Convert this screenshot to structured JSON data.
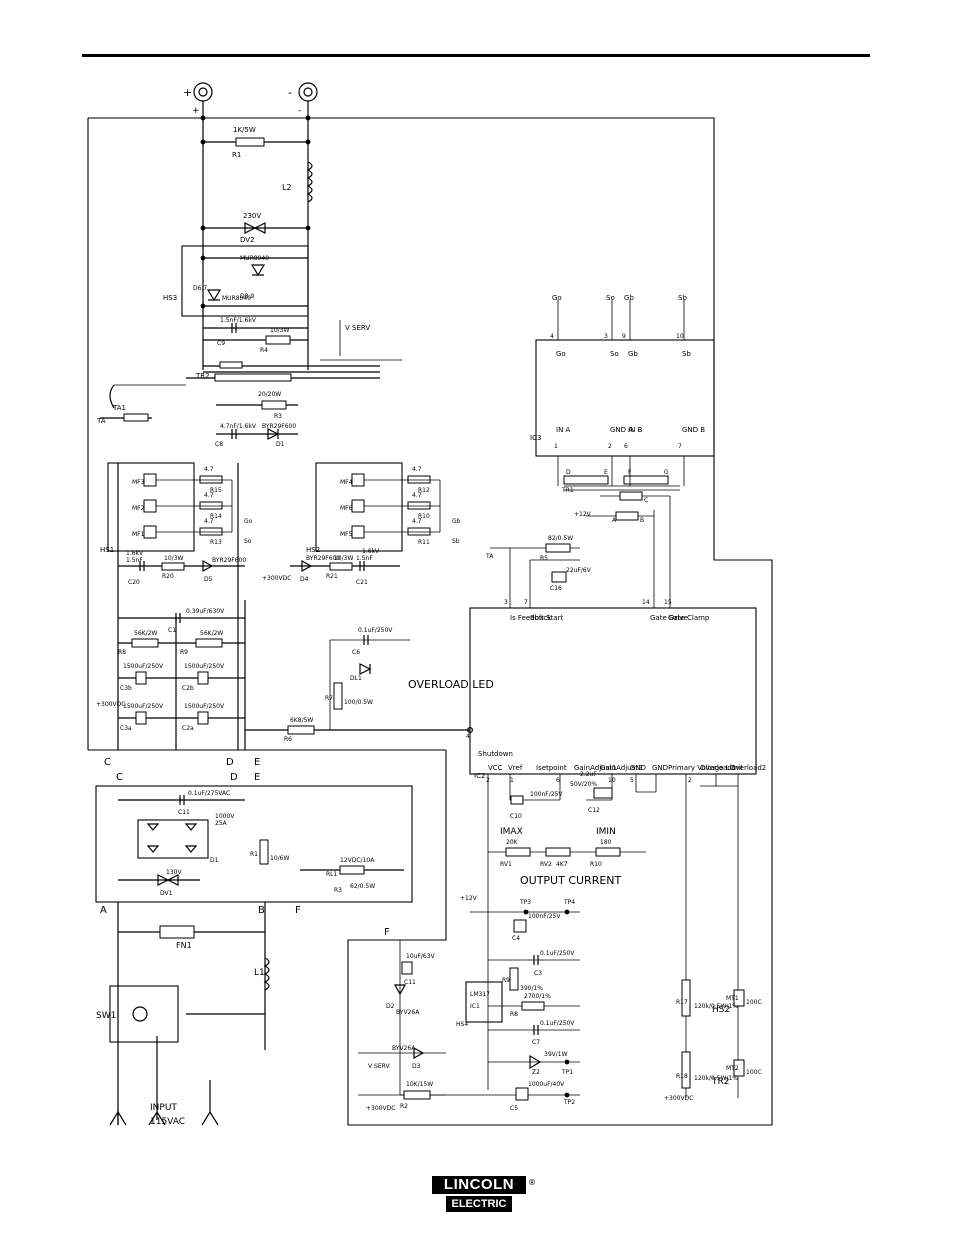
{
  "terminals": {
    "positive": "+",
    "negative": "-"
  },
  "input": {
    "line1": "INPUT",
    "line2": "115VAC",
    "switch": "SW1",
    "fuse": "FN1",
    "inductor": "L1"
  },
  "bus_nodes": {
    "a": "A",
    "b": "B",
    "c": "C",
    "d": "D",
    "e": "E",
    "f": "F"
  },
  "components": {
    "r1": "R1",
    "r1_val": "1K/5W",
    "l2": "L2",
    "dv2": "DV2",
    "dv2_val": "230V",
    "hs3": "HS3",
    "d6": "D6,7",
    "d6_val": "MUR8040",
    "d8": "D8,9",
    "d8_val": "MUR8040",
    "c9": "C9",
    "c9_val": "1.5nF/1.6kV",
    "r4": "R4",
    "r4_val": "10/3W",
    "vserv": "V SERV",
    "tr2": "TR2",
    "ta": "TA",
    "ta1": "TA1",
    "r3": "R3",
    "r3_val": "20/20W",
    "c8": "C8",
    "c8_val": "4.7nF/1.6kV",
    "d1": "D1",
    "d1_val": "BYR29F600",
    "hs1": "HS1",
    "hs2": "HS2",
    "mf1": "MF1",
    "mf2": "MF2",
    "mf3": "MF3",
    "mf4": "MF4",
    "mf5": "MF5",
    "mf6": "MF6",
    "r4_7": "4.7",
    "r10": "R10",
    "r11": "R11",
    "r12": "R12",
    "r13": "R13",
    "r14": "R14",
    "r15": "R15",
    "go": "Go",
    "so": "So",
    "gb": "Gb",
    "sb": "Sb",
    "c20": "C20",
    "c20_val": "1.5nF",
    "c20_v": "1.6kV",
    "r20": "R20",
    "r20_val": "10/3W",
    "d5": "D5",
    "d5_val": "BYR29F600",
    "c21": "C21",
    "c21_val": "1.5nF",
    "c21_v": "1.6kV",
    "r21": "R21",
    "r21_val": "10/3W",
    "d4": "D4",
    "d4_val": "BYR29F600",
    "v300": "+300VDC",
    "c1": "C1",
    "c1_val": "0.39uF/630V",
    "r8": "R8",
    "r8_val": "56K/2W",
    "r9": "R9",
    "r9_val": "56K/2W",
    "c3a": "C3a",
    "c3b": "C3b",
    "c2a": "C2a",
    "c2b": "C2b",
    "cap1500": "1500uF/250V",
    "c6": "C6",
    "c6_val": "0.1uF/250V",
    "dl1": "DL1",
    "overload": "OVERLOAD LED",
    "r7": "R7",
    "r7_val": "100/0.5W",
    "r6": "R6",
    "r6_val": "6K8/5W",
    "rv1": "RV1",
    "rv1_val": "20K",
    "rv2": "RV2",
    "rv2_val": "4K7",
    "r10b": "R10",
    "r10b_val": "180",
    "imax": "IMAX",
    "imin": "IMIN",
    "output_current": "OUTPUT CURRENT",
    "c10": "C10",
    "c10_val": "100nF/25V",
    "c12": "C12",
    "c12_val": "2.2uF",
    "c12_v": "50V/20%",
    "c4": "C4",
    "c4_val": "100nF/25V",
    "c3": "C3",
    "c3_val": "0.1uF/250V",
    "c7": "C7",
    "c7_val": "0.1uF/250V",
    "r9b": "R9",
    "r9b_val": "390/1%",
    "r8b": "R8",
    "r8b_val": "2700/1%",
    "hs4": "HS4",
    "ic1": "IC1",
    "lm317": "LM317",
    "z2": "Z2",
    "z2_val": "39V/1W",
    "c5": "C5",
    "c5_val": "1000uF/40V",
    "c11": "C11",
    "c11_val": "10uF/63V",
    "d2": "D2",
    "d2_val": "BYV26A",
    "d3": "D3",
    "d3_val": "BYV26A",
    "r2": "R2",
    "r2_val": "10K/15W",
    "tp1": "TP1",
    "tp2": "TP2",
    "tp3": "TP3",
    "tp4": "TP4",
    "plus12": "+12V",
    "r5": "R5",
    "r5_val": "82/0.5W",
    "c16": "C16",
    "c16_val": "22uF/6V",
    "r17": "R17",
    "r17_val": "120k/0.5W/1%",
    "r18": "R18",
    "r18_val": "120k/0.5W/1%",
    "hs2b": "HS2",
    "tr2b": "TR2",
    "mt1": "MT1",
    "mt2": "MT2",
    "t100c": "100C",
    "dv1": "DV1",
    "dv1_val": "130V",
    "ci": "C11",
    "ci_val": "0.1uF/275VAC",
    "bridge": "D1",
    "bridge_val": "25A",
    "bridge_v": "1000V",
    "r1b": "R1",
    "r1b_val": "10/6W",
    "rl1": "RL1",
    "rl1_val": "12VDC/10A",
    "r3b": "R3",
    "r3b_val": "62/0.5W"
  },
  "ic2": {
    "name": "IC2",
    "pins": [
      {
        "num": "4",
        "label": "Shutdown"
      },
      {
        "num": "2",
        "label": "VCC"
      },
      {
        "num": "1",
        "label": "Vref"
      },
      {
        "num": "6",
        "label": "Isetpoint"
      },
      {
        "num": "10",
        "label": "GainAdjust1"
      },
      {
        "num": "",
        "label": "GainAdjust2"
      },
      {
        "num": "5",
        "label": "GND"
      },
      {
        "num": "",
        "label": "GND"
      },
      {
        "num": "2",
        "label": "Primary Voltage Limit"
      },
      {
        "num": "",
        "label": "Overload1"
      },
      {
        "num": "",
        "label": "Overload2"
      }
    ],
    "top_pins": [
      {
        "num": "3",
        "label": "Is Feedback"
      },
      {
        "num": "7",
        "label": "Soft Start"
      },
      {
        "num": "14",
        "label": "Gate Drive"
      },
      {
        "num": "15",
        "label": "Gate Clamp"
      }
    ]
  },
  "ic3": {
    "name": "IC3",
    "left_pins": [
      {
        "num": "1",
        "label": "IN A"
      },
      {
        "num": "2",
        "label": "GND A"
      },
      {
        "num": "6",
        "label": "IN B"
      },
      {
        "num": "7",
        "label": "GND B"
      }
    ],
    "right_pins": [
      {
        "num": "4",
        "label": "Go"
      },
      {
        "num": "3",
        "label": "So"
      },
      {
        "num": "9",
        "label": "Gb"
      },
      {
        "num": "10",
        "label": "Sb"
      }
    ]
  },
  "tr1": {
    "name": "TR1",
    "a": "A",
    "b": "B",
    "c": "C",
    "d": "D",
    "e": "E",
    "f": "F",
    "g": "G"
  },
  "logo": {
    "line1": "LINCOLN",
    "line2": "ELECTRIC",
    "reg": "®"
  }
}
